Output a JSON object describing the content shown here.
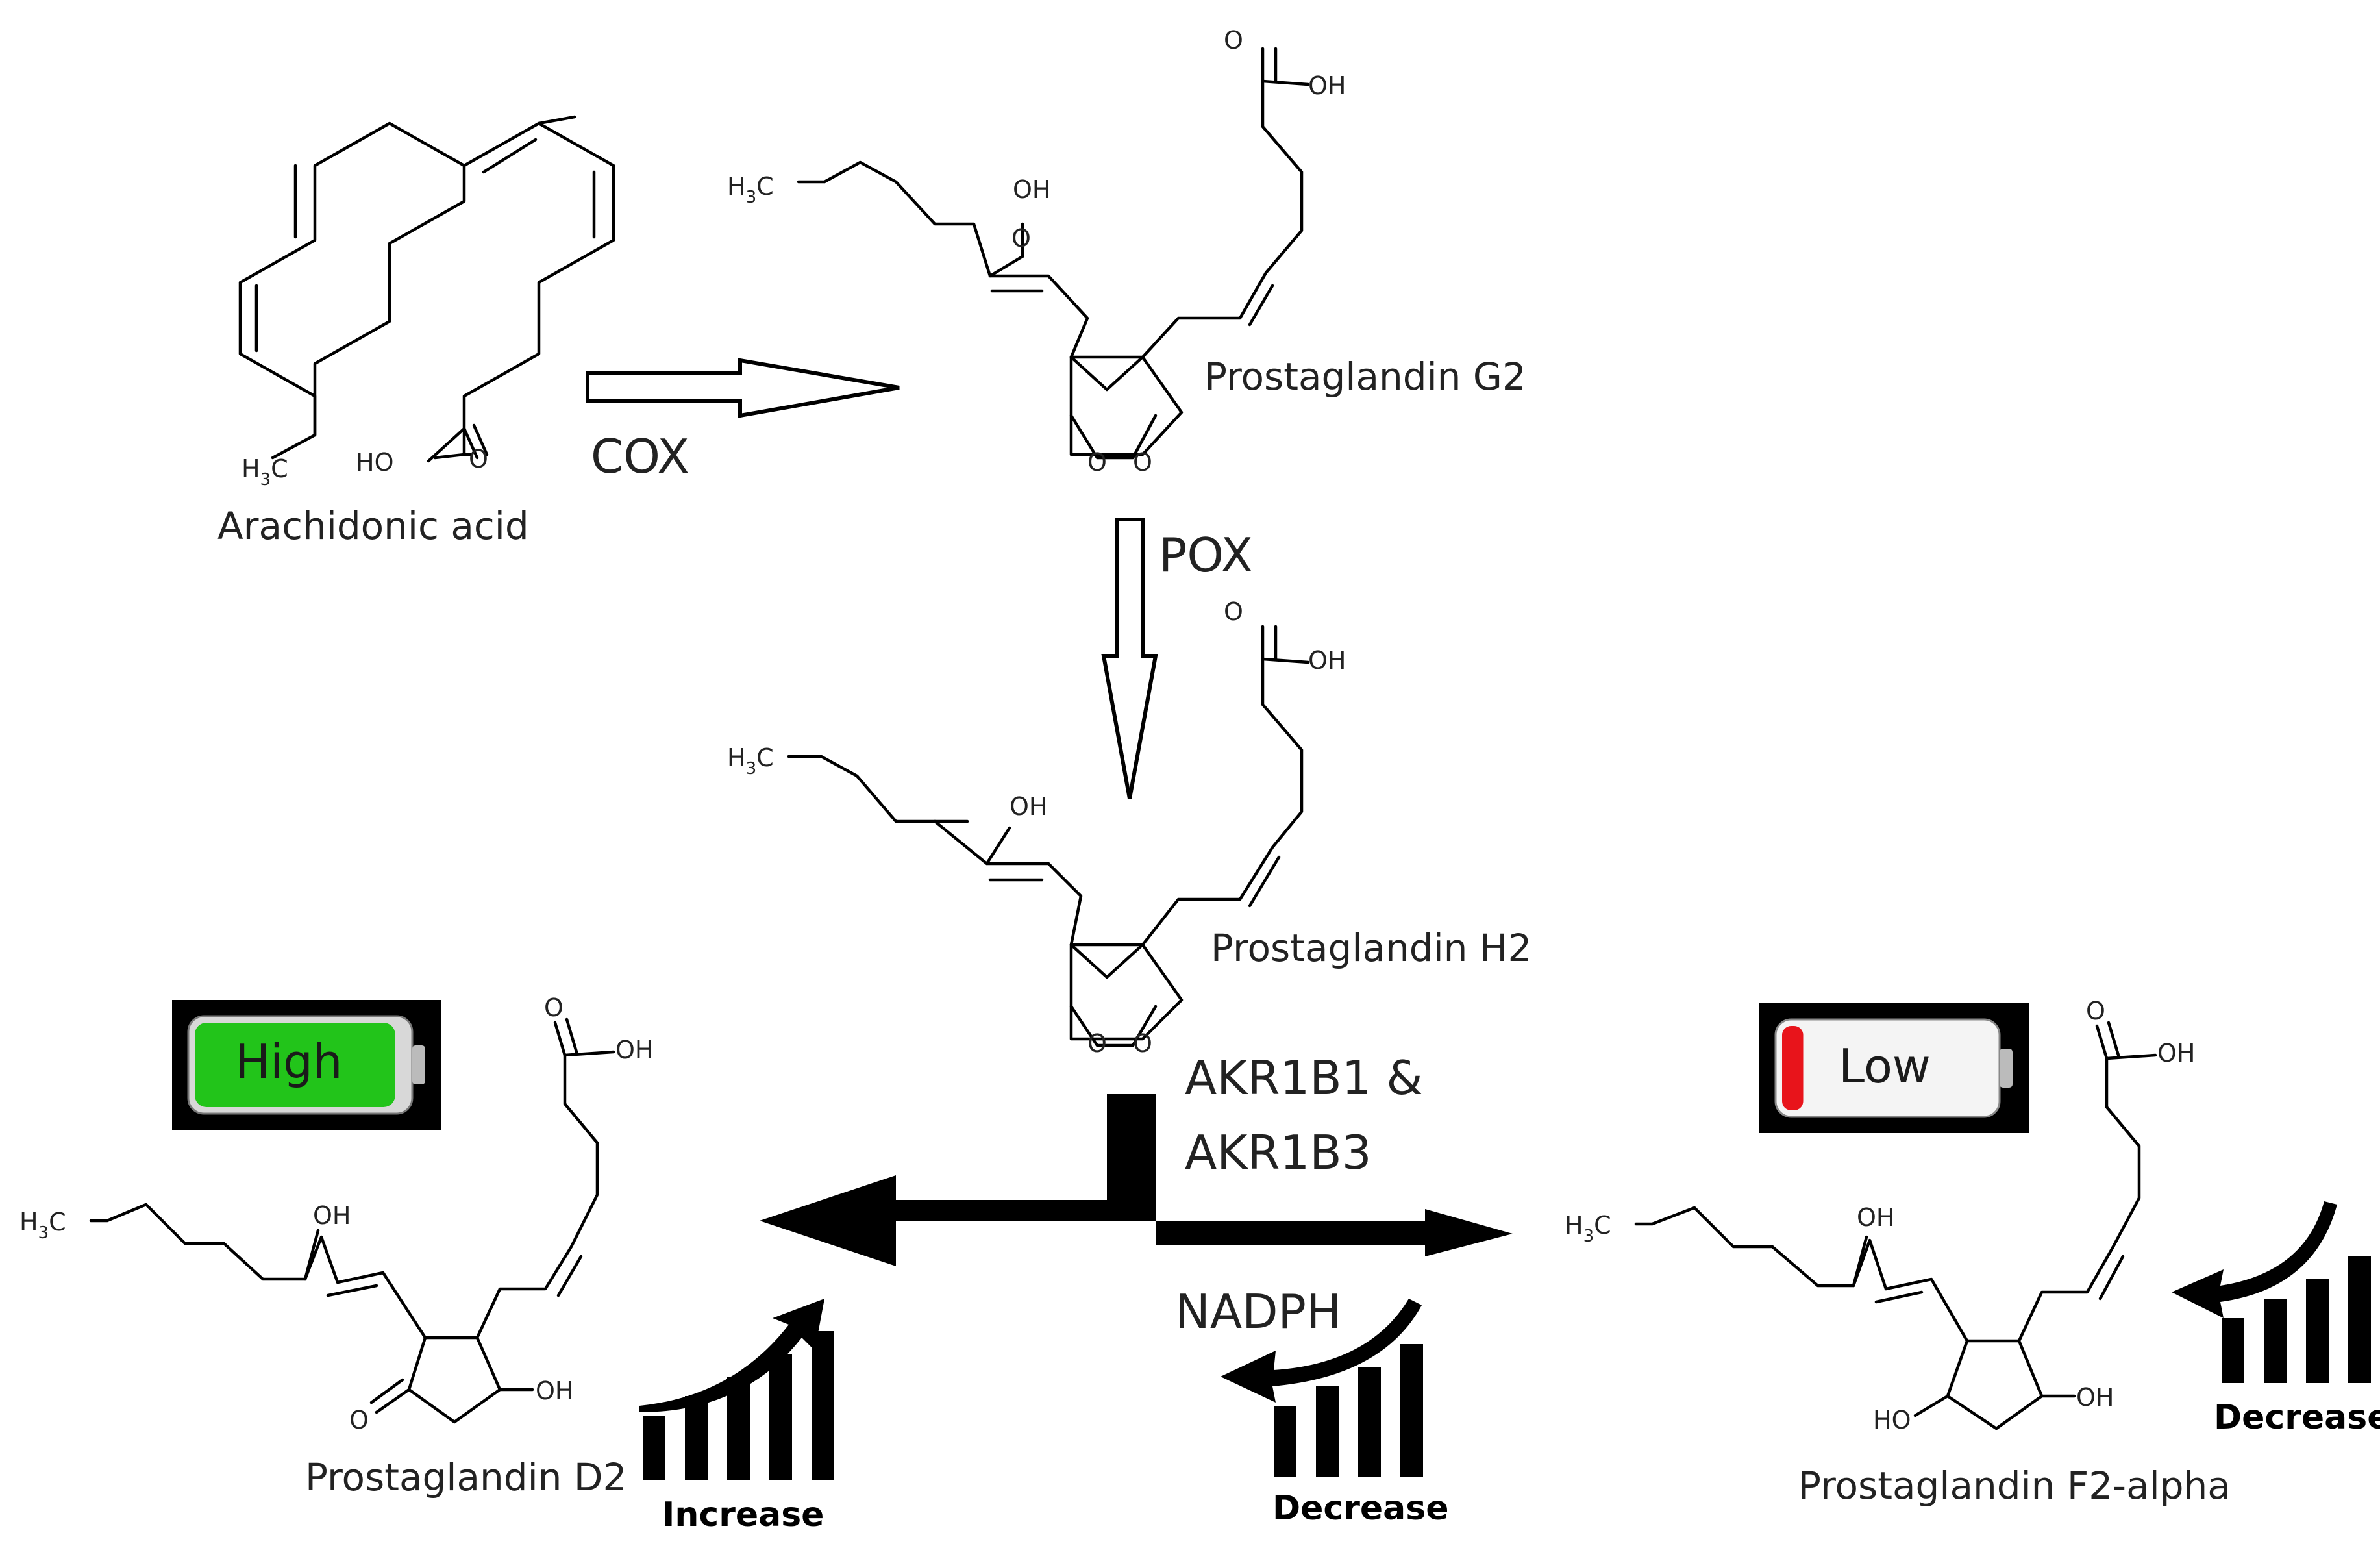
{
  "labels": {
    "arachidonic_acid": "Arachidonic acid",
    "pgg2": "Prostaglandin G2",
    "pgh2": "Prostaglandin H2",
    "pgd2": "Prostaglandin D2",
    "pgf2a": "Prostaglandin F2-alpha"
  },
  "enzymes": {
    "cox": "COX",
    "pox": "POX",
    "akr_line1": "AKR1B1 &",
    "akr_line2": "AKR1B3",
    "nadph": "NADPH"
  },
  "atoms": {
    "h3c_main": "H",
    "h3c_sub": "3",
    "h3c_c": "C",
    "ho": "HO",
    "oh": "OH",
    "o": "O"
  },
  "batteries": {
    "high": {
      "label": "High",
      "color": "#22c41a",
      "level": 0.95
    },
    "low": {
      "label": "Low",
      "color": "#e8141b",
      "level": 0.1
    }
  },
  "trends": {
    "increase": "Increase",
    "decrease_nadph": "Decrease",
    "decrease_f2a": "Decrease"
  }
}
